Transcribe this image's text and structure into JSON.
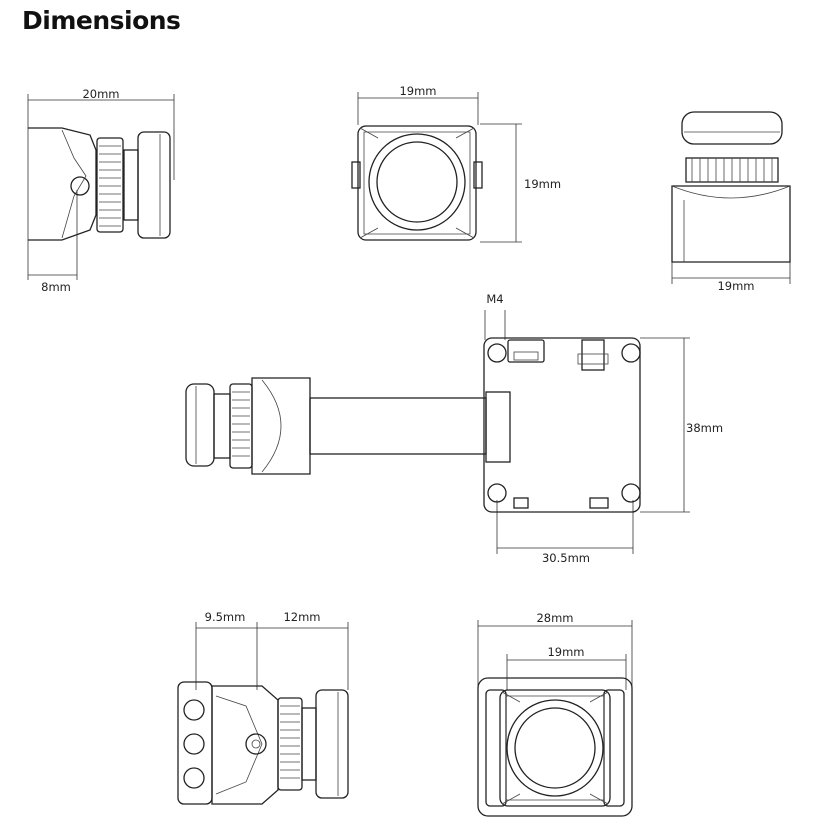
{
  "title": "Dimensions",
  "dimensions": {
    "side_width": "20mm",
    "side_lens_offset": "8mm",
    "front_width": "19mm",
    "front_height": "19mm",
    "iso_width": "19mm",
    "board_mount": "M4",
    "board_height": "38mm",
    "board_hole_spacing": "30.5mm",
    "bottom_side_a": "9.5mm",
    "bottom_side_b": "12mm",
    "bottom_front_outer": "28mm",
    "bottom_front_inner": "19mm"
  },
  "colors": {
    "line": "#222222",
    "body_fill": "#ffffff"
  }
}
